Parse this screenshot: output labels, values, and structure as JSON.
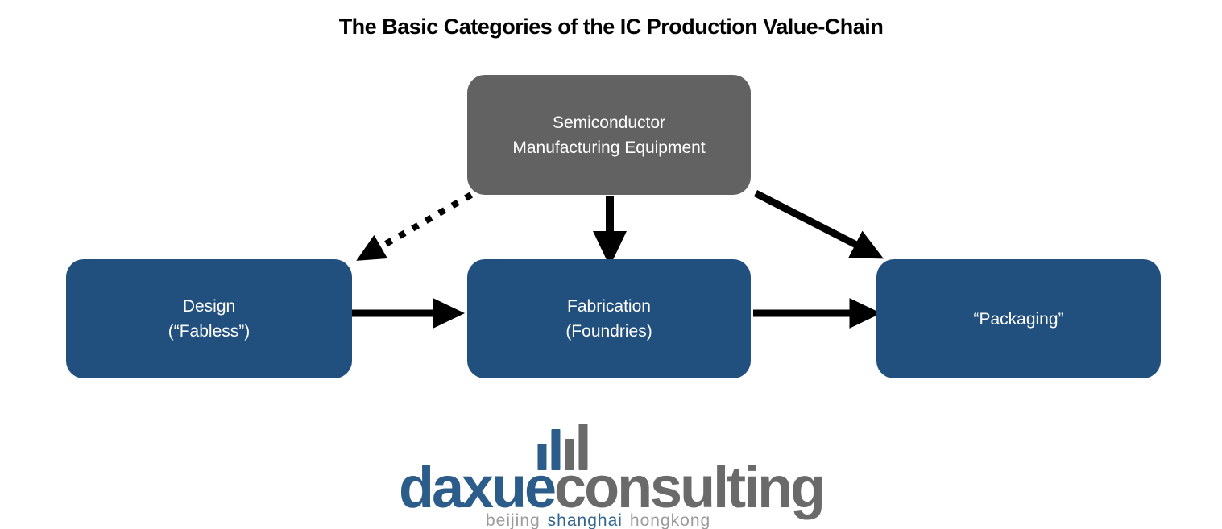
{
  "title": "The Basic Categories of the IC Production Value-Chain",
  "colors": {
    "box_blue": "#21507E",
    "box_gray": "#626262",
    "arrow": "#000000",
    "logo_blue": "#2B5C8A",
    "logo_gray": "#6A6A6A",
    "tagline_gray": "#9B9B9B",
    "tagline_blue": "#33658F"
  },
  "nodes": {
    "equipment": {
      "line1": "Semiconductor",
      "line2": "Manufacturing Equipment"
    },
    "design": {
      "line1": "Design",
      "line2": "(“Fabless”)"
    },
    "fabrication": {
      "line1": "Fabrication",
      "line2": "(Foundries)"
    },
    "packaging": {
      "line1": "“Packaging”"
    }
  },
  "arrows": [
    {
      "name": "equipment-to-design",
      "style": "dotted"
    },
    {
      "name": "equipment-to-fabrication",
      "style": "solid"
    },
    {
      "name": "equipment-to-packaging",
      "style": "solid"
    },
    {
      "name": "design-to-fabrication",
      "style": "solid"
    },
    {
      "name": "fabrication-to-packaging",
      "style": "solid"
    }
  ],
  "logo": {
    "word_primary": "daxue",
    "word_secondary": "consulting",
    "tagline": {
      "city1": "beijing",
      "city2": "shanghai",
      "city3": "hongkong"
    }
  }
}
